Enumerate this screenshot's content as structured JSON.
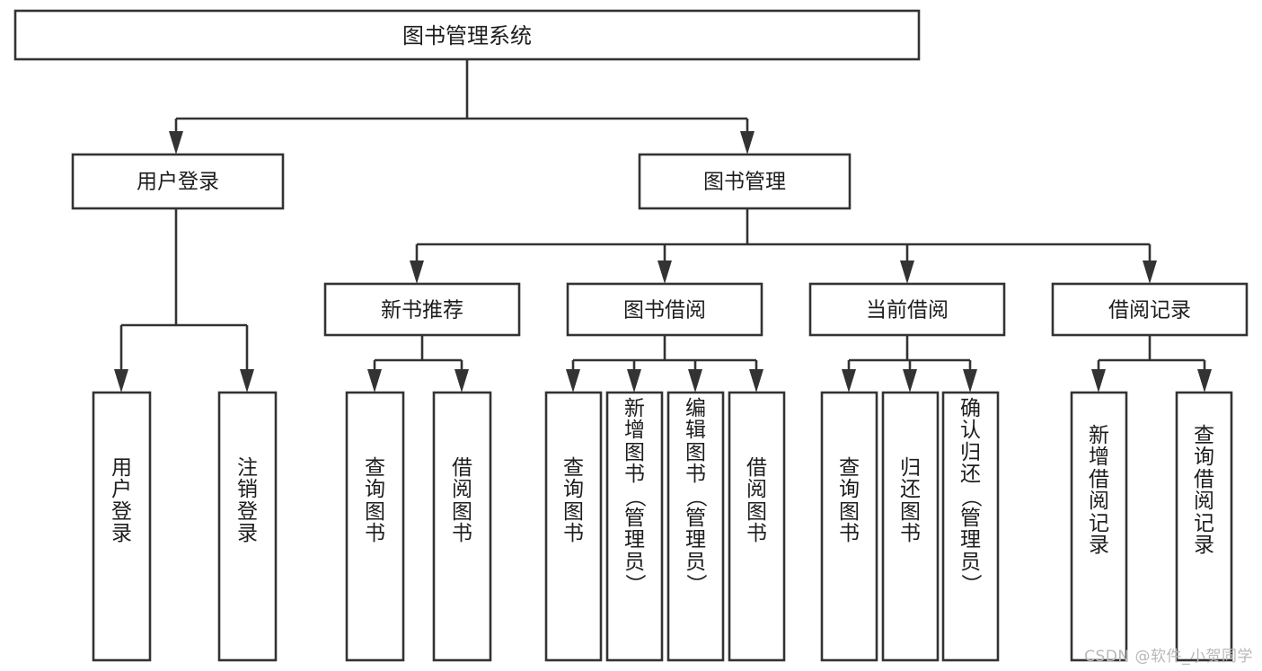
{
  "diagram": {
    "type": "hierarchy-tree",
    "title": "图书管理系统",
    "levels": 4,
    "root": {
      "id": "root",
      "label": "图书管理系统",
      "orientation": "horizontal"
    },
    "level2": [
      {
        "id": "user-login",
        "label": "用户登录",
        "orientation": "horizontal"
      },
      {
        "id": "book-manage",
        "label": "图书管理",
        "orientation": "horizontal"
      }
    ],
    "level3": [
      {
        "id": "new-book-rec",
        "label": "新书推荐",
        "parent": "book-manage",
        "orientation": "horizontal"
      },
      {
        "id": "book-borrow",
        "label": "图书借阅",
        "parent": "book-manage",
        "orientation": "horizontal"
      },
      {
        "id": "current-borrow",
        "label": "当前借阅",
        "parent": "book-manage",
        "orientation": "horizontal"
      },
      {
        "id": "borrow-record",
        "label": "借阅记录",
        "parent": "book-manage",
        "orientation": "horizontal"
      }
    ],
    "leaves": [
      {
        "id": "leaf-user-login",
        "label": "用户登录",
        "parent": "user-login",
        "orientation": "vertical"
      },
      {
        "id": "leaf-logout",
        "label": "注销登录",
        "parent": "user-login",
        "orientation": "vertical"
      },
      {
        "id": "leaf-query-book-1",
        "label": "查询图书",
        "parent": "new-book-rec",
        "orientation": "vertical"
      },
      {
        "id": "leaf-borrow-book-1",
        "label": "借阅图书",
        "parent": "new-book-rec",
        "orientation": "vertical"
      },
      {
        "id": "leaf-query-book-2",
        "label": "查询图书",
        "parent": "book-borrow",
        "orientation": "vertical"
      },
      {
        "id": "leaf-add-book",
        "label": "新增图书（管理员）",
        "parent": "book-borrow",
        "orientation": "vertical"
      },
      {
        "id": "leaf-edit-book",
        "label": "编辑图书（管理员）",
        "parent": "book-borrow",
        "orientation": "vertical"
      },
      {
        "id": "leaf-borrow-book-2",
        "label": "借阅图书",
        "parent": "book-borrow",
        "orientation": "vertical"
      },
      {
        "id": "leaf-query-book-3",
        "label": "查询图书",
        "parent": "current-borrow",
        "orientation": "vertical"
      },
      {
        "id": "leaf-return-book",
        "label": "归还图书",
        "parent": "current-borrow",
        "orientation": "vertical"
      },
      {
        "id": "leaf-confirm-return",
        "label": "确认归还（管理员）",
        "parent": "current-borrow",
        "orientation": "vertical"
      },
      {
        "id": "leaf-add-record",
        "label": "新增借阅记录",
        "parent": "borrow-record",
        "orientation": "vertical"
      },
      {
        "id": "leaf-query-record",
        "label": "查询借阅记录",
        "parent": "borrow-record",
        "orientation": "vertical"
      }
    ],
    "colors": {
      "box_stroke": "#333333",
      "box_fill": "#ffffff",
      "text": "#1d1d1d",
      "connector": "#333333",
      "background": "#ffffff",
      "watermark": "#b8b8b8"
    }
  },
  "watermark": {
    "text": "CSDN @软件_小贺同学"
  }
}
